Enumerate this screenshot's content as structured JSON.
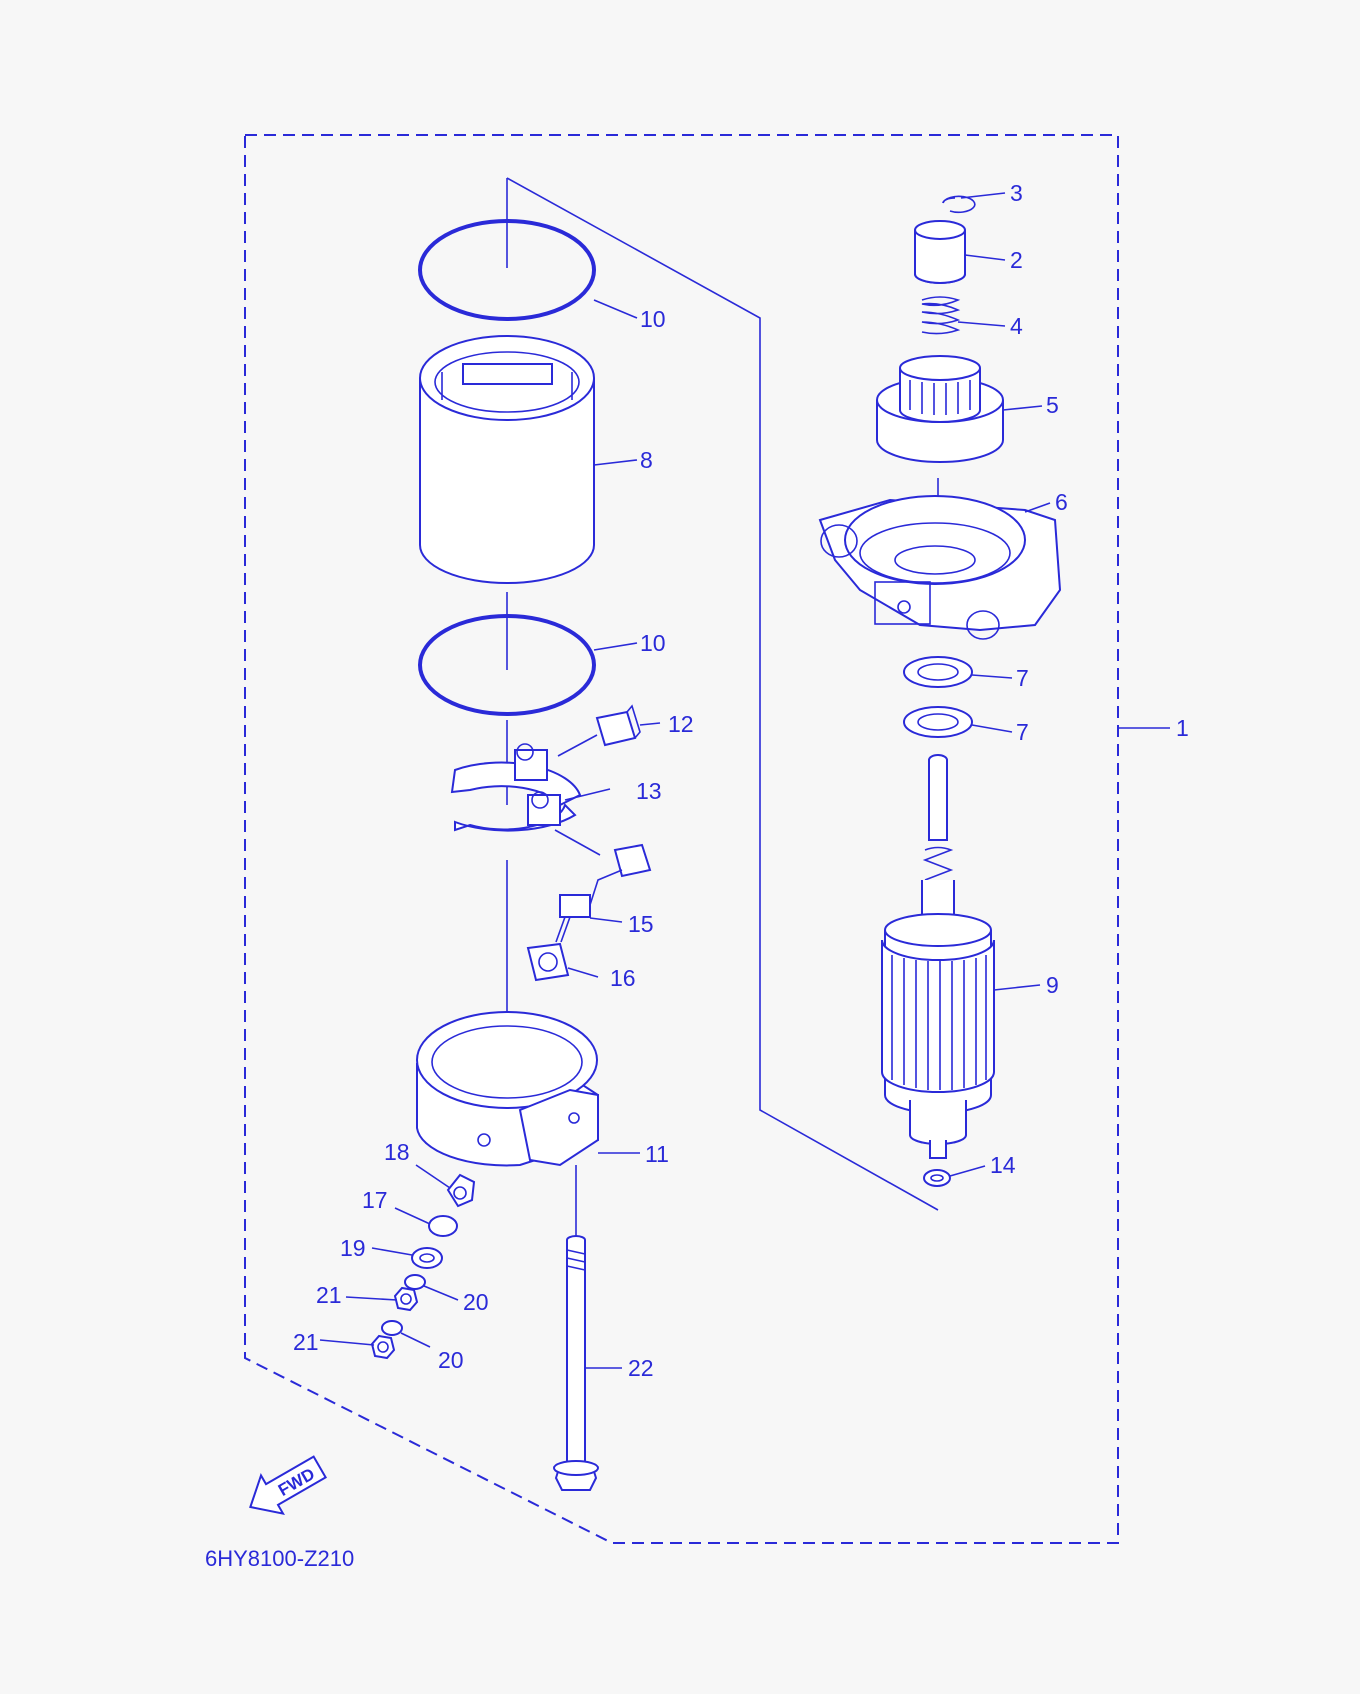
{
  "diagram_code": "6HY8100-Z210",
  "fwd_label": "FWD",
  "labels": {
    "p1": "1",
    "p2": "2",
    "p3": "3",
    "p4": "4",
    "p5": "5",
    "p6": "6",
    "p7a": "7",
    "p7b": "7",
    "p8": "8",
    "p9": "9",
    "p10a": "10",
    "p10b": "10",
    "p11": "11",
    "p12": "12",
    "p13": "13",
    "p14": "14",
    "p15": "15",
    "p16": "16",
    "p17": "17",
    "p18": "18",
    "p19": "19",
    "p20a": "20",
    "p20b": "20",
    "p21a": "21",
    "p21b": "21",
    "p22": "22"
  },
  "colors": {
    "line": "#2a2ad8",
    "background": "#f7f7f7"
  }
}
